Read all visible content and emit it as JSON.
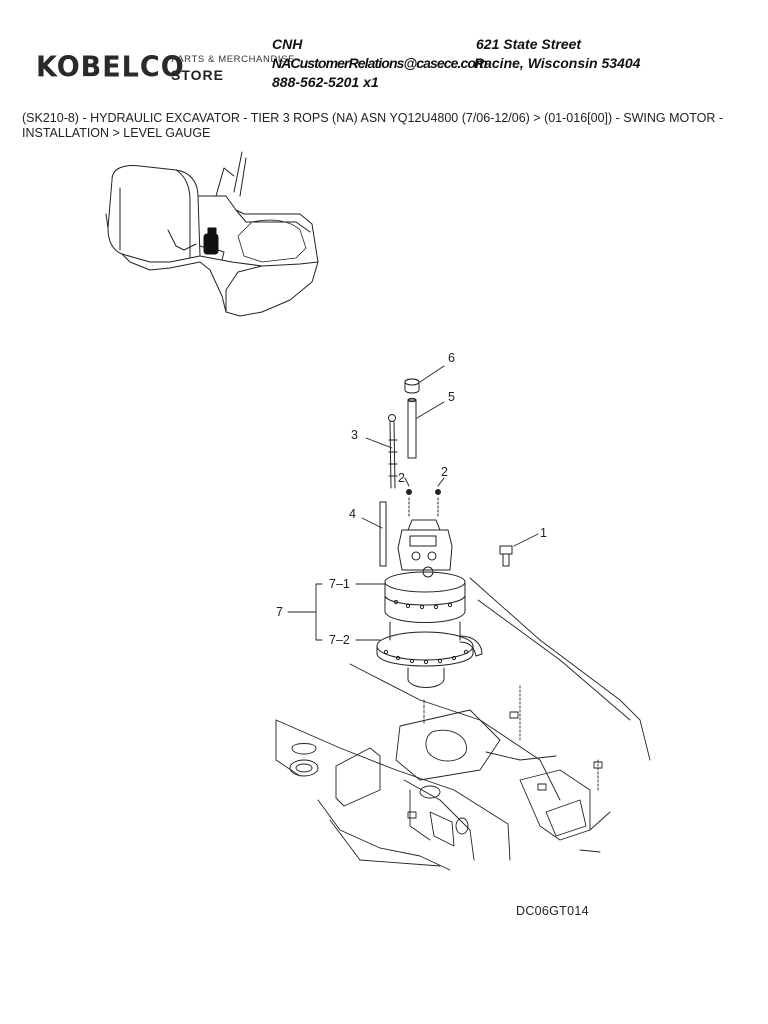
{
  "header": {
    "logo_word": "KOBELCO",
    "logo_sub": "PARTS & MERCHANDISE",
    "logo_store": "STORE",
    "company": "CNH",
    "street": "621 State Street",
    "email": "NACustomerRelations@casece.com",
    "city": "Racine, Wisconsin 53404",
    "phone": "888-562-5201 x1"
  },
  "breadcrumb": "(SK210-8) - HYDRAULIC EXCAVATOR - TIER 3 ROPS (NA) ASN YQ12U4800 (7/06-12/06) > (01-016[00]) - SWING MOTOR - INSTALLATION > LEVEL GAUGE",
  "callouts": {
    "c1": "1",
    "c2a": "2",
    "c2b": "2",
    "c3": "3",
    "c4": "4",
    "c5": "5",
    "c6": "6",
    "c7": "7",
    "c7_1": "7–1",
    "c7_2": "7–2"
  },
  "drawing_code": "DC06GT014",
  "colors": {
    "line": "#222222",
    "background": "#ffffff"
  }
}
